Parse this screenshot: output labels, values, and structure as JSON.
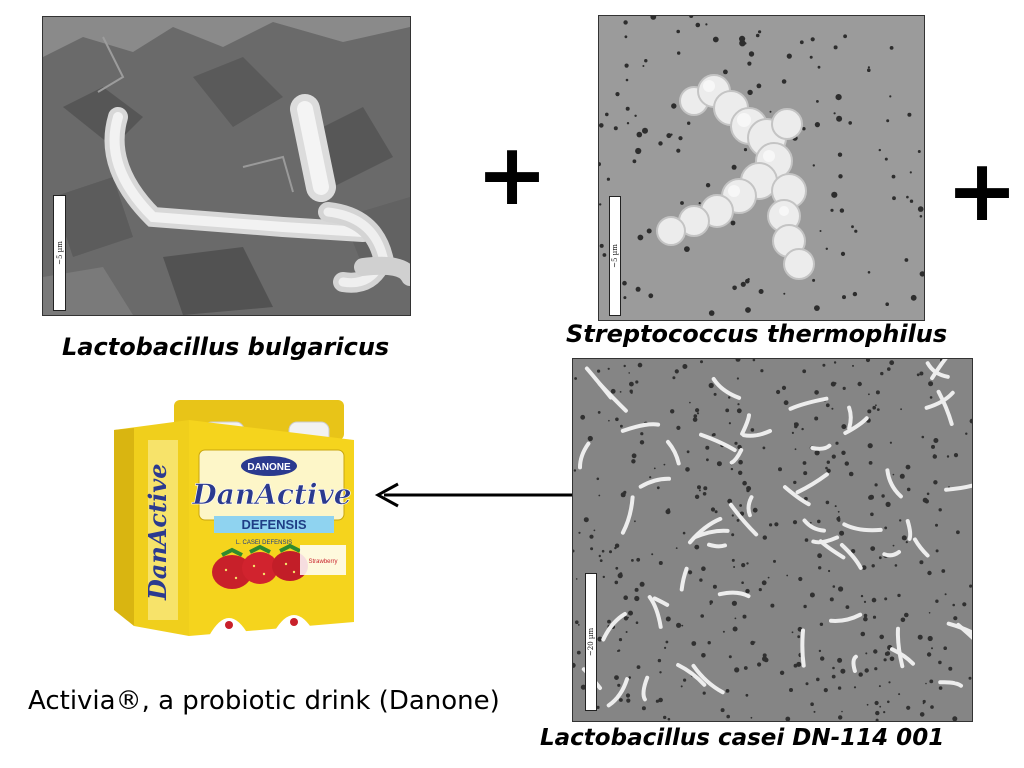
{
  "captions": {
    "bulgaricus": "Lactobacillus bulgaricus",
    "thermophilus": "Streptococcus thermophilus",
    "casei": "Lactobacillus casei DN-114 001",
    "activia": "Activia®, a probiotic drink (Danone)"
  },
  "plus_sign": "+",
  "scale_bars": {
    "bulgaricus": "~5 µm",
    "thermophilus": "~5 µm",
    "casei": "~20 µm"
  },
  "product": {
    "brand": "DANONE",
    "name": "DanActive",
    "variant": "DEFENSIS",
    "tagline": "L. CASEI DEFENSIS",
    "flavor": "Strawberry"
  },
  "colors": {
    "packaging_yellow": "#f3d21a",
    "brand_blue": "#2b3a8f",
    "strawberry_red": "#c8202a",
    "micrograph_gray": "#8d8d8d"
  }
}
